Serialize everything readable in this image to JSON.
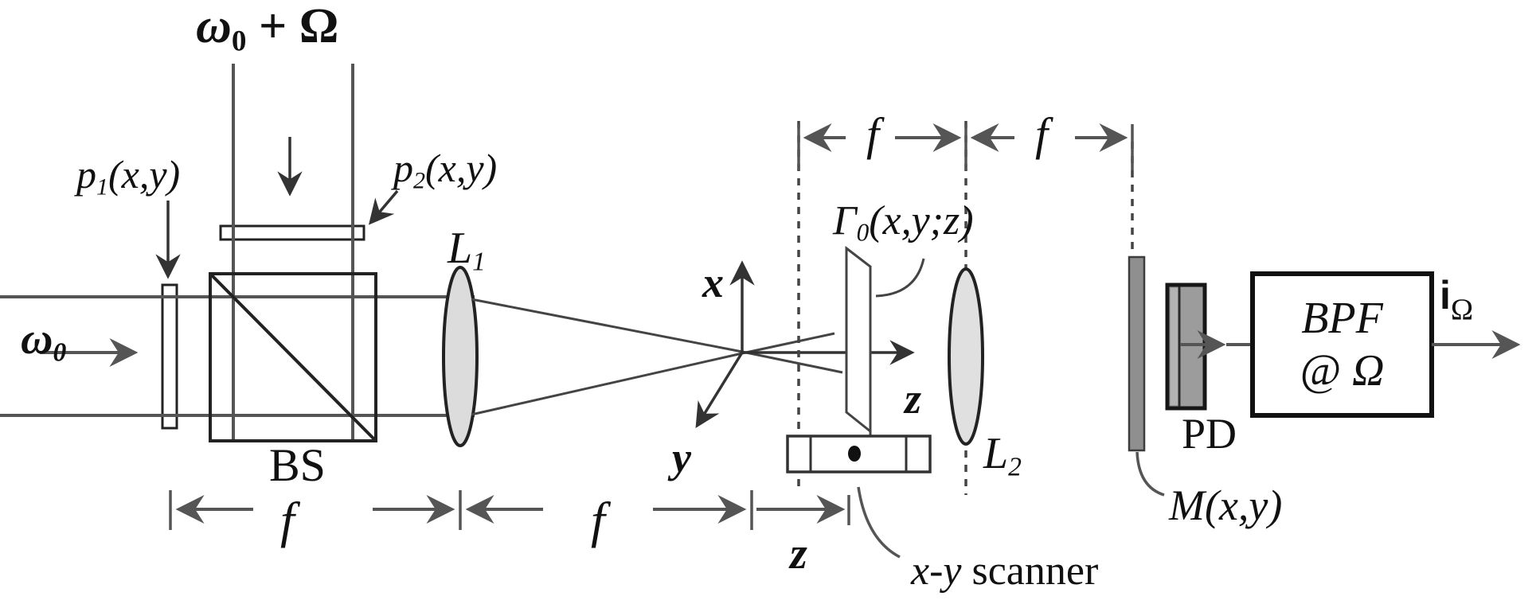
{
  "figure": {
    "background": "#ffffff",
    "ink_color": "#222222",
    "beam_color": "#555555",
    "ray_color": "#444444",
    "lens_fill": "#dcdcdc",
    "mask_fill": "#8f8f8f",
    "pd_fill": "#9c9c9c",
    "pd_strip_fill": "#b3b3b3"
  },
  "labels": {
    "source_top": {
      "base": "ω",
      "sub": "0",
      "rest": " + Ω"
    },
    "source_left": {
      "base": "ω",
      "sub": "0"
    },
    "pupil1": {
      "base": "p",
      "sub": "1",
      "rest": "(x,y)"
    },
    "pupil2": {
      "base": "p",
      "sub": "2",
      "rest": "(x,y)"
    },
    "beamsplitter": "BS",
    "lens1": {
      "base": "L",
      "sub": "1"
    },
    "lens2": {
      "base": "L",
      "sub": "2"
    },
    "axis_x": "x",
    "axis_y": "y",
    "axis_z": "z",
    "object": {
      "base": "Γ",
      "sub": "0",
      "rest": "(x,y;z)"
    },
    "focal_f": "f",
    "distance_z": "z",
    "scanner": {
      "italic": "x-y",
      "rest": " scanner"
    },
    "mask": "M(x,y)",
    "photodetector": "PD",
    "bpf_line1": "BPF",
    "bpf_line2": "@ Ω",
    "output": {
      "base": "i",
      "sub": "Ω"
    }
  }
}
